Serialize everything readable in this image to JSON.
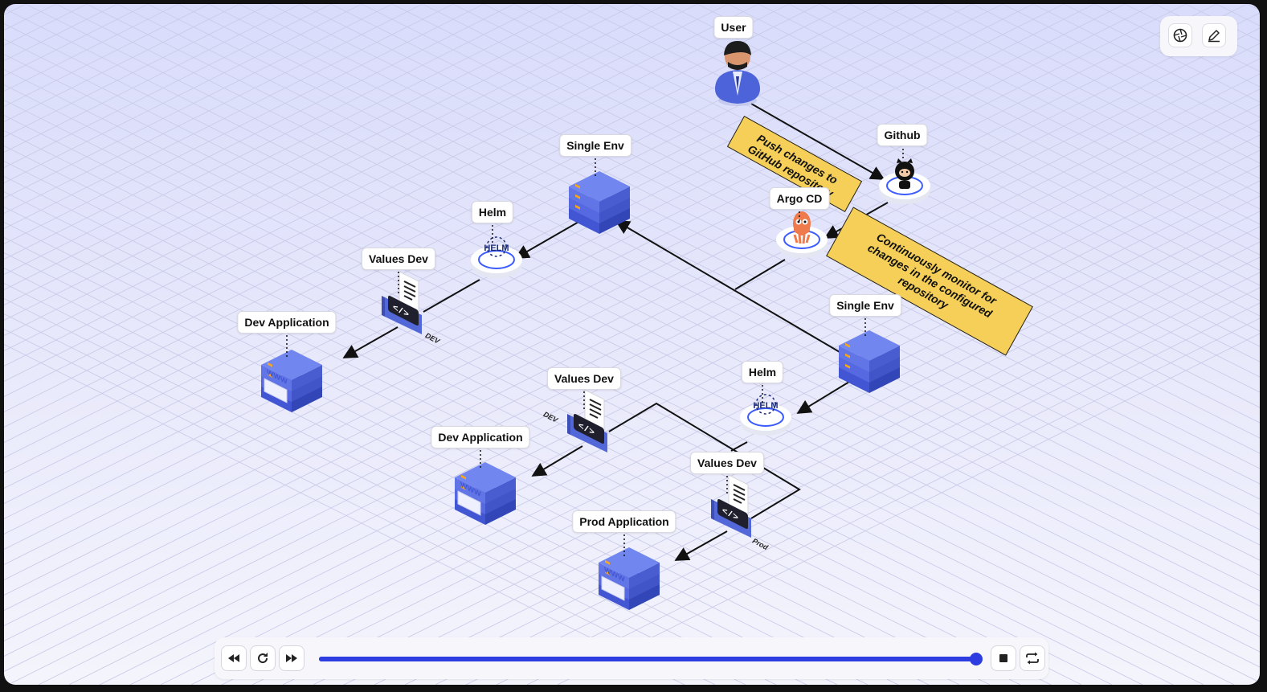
{
  "nodes": {
    "user": {
      "label": "User"
    },
    "github": {
      "label": "Github"
    },
    "argo": {
      "label": "Argo CD"
    },
    "single_env_1": {
      "label": "Single Env"
    },
    "single_env_2": {
      "label": "Single Env"
    },
    "helm_1": {
      "label": "Helm",
      "logo_text": "HELM"
    },
    "helm_2": {
      "label": "Helm",
      "logo_text": "HELM"
    },
    "values_dev_1": {
      "label": "Values Dev"
    },
    "values_dev_2": {
      "label": "Values Dev"
    },
    "values_dev_3": {
      "label": "Values Dev"
    },
    "dev_app_1": {
      "label": "Dev Application",
      "badge": "WWW"
    },
    "dev_app_2": {
      "label": "Dev Application",
      "badge": "WWW"
    },
    "prod_app": {
      "label": "Prod Application",
      "badge": "WWW"
    }
  },
  "edge_tags": {
    "dev_1": "DEV",
    "dev_2": "DEV",
    "prod": "Prod"
  },
  "notes": {
    "push": "Push changes to GitHub repository",
    "monitor": "Continuously monitor for changes in the configured repository"
  },
  "toolbar": {
    "camera_icon": "aperture-icon",
    "edit_icon": "pencil-icon"
  },
  "player": {
    "progress": 1.0,
    "buttons": [
      "rewind-icon",
      "replay-icon",
      "fast-forward-icon",
      "stop-icon",
      "loop-icon"
    ]
  },
  "colors": {
    "accent": "#2d3de0",
    "server_blue": "#5b6fe0",
    "note_yellow": "#f5cf57",
    "line": "#111111"
  }
}
